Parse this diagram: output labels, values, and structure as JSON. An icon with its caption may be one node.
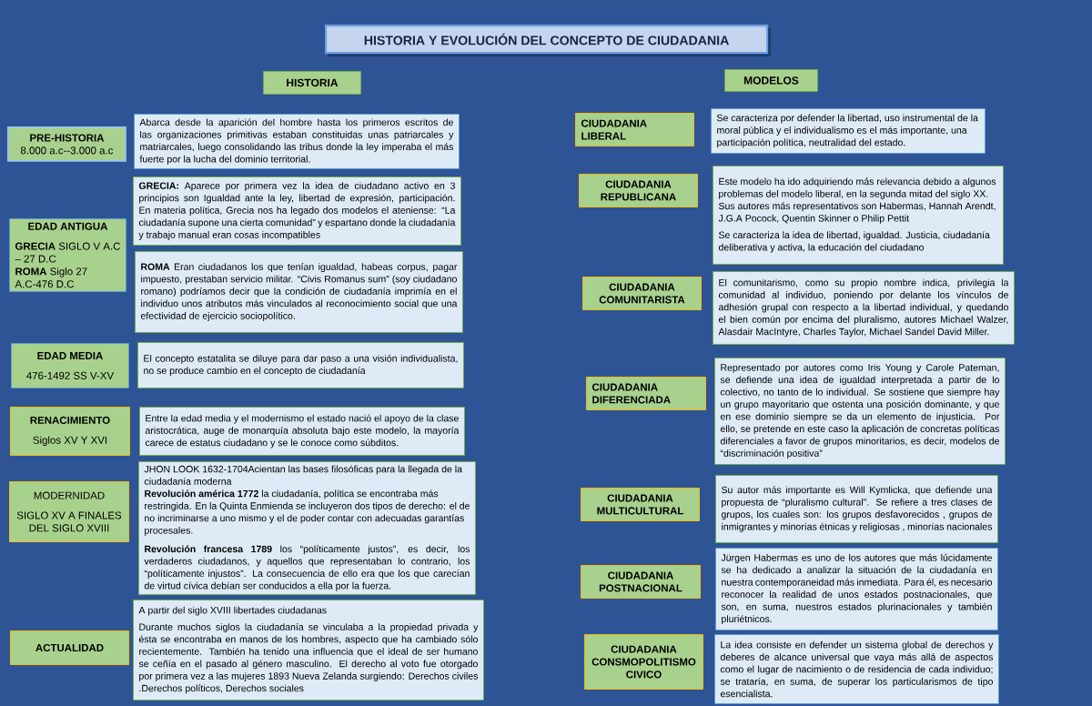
{
  "diagram": {
    "title": "HISTORIA Y EVOLUCIÓN DEL CONCEPTO DE CIUDADANIA",
    "nodes": [
      {
        "text": [
          "HISTORIA"
        ]
      },
      {
        "text": [
          "PRE-HISTORIA",
          "8.000 a.c--3.000 a.c"
        ]
      },
      {
        "text": [
          "Abarca desde la aparición del hombre hasta los primeros escritos de las organizaciones primitivas estaban constituidas unas patriarcales y matriarcales, luego consolidando las tribus donde la ley imperaba el más fuerte por la lucha del dominio territorial."
        ]
      },
      {
        "text": [
          "EDAD ANTIGUA",
          "**GRECIA** SIGLO V A.C – 27 D.C",
          "**ROMA** Siglo 27 A.C-476 D.C"
        ]
      },
      {
        "text": [
          "**GRECIA:** Aparece por primera vez la idea de ciudadano activo en 3 principios son Igualdad ante la ley, libertad de expresión, participación. En materia política, Grecia nos ha legado dos modelos el ateniense: “La ciudadanía supone una cierta comunidad” y espartano donde la ciudadanía y trabajo manual eran cosas incompatibles"
        ]
      },
      {
        "text": [
          "**ROMA** Eran ciudadanos los que tenían igualdad, habeas corpus, pagar impuesto, prestaban servicio militar. “Civis Romanus sum” (soy ciudadano romano) podríamos decir que la condición de ciudadanía imprimía en el individuo unos atributos más vinculados al reconocimiento social que una efectividad de ejercicio sociopolítico."
        ]
      },
      {
        "text": [
          "EDAD MEDIA",
          "476-1492 SS V-XV"
        ]
      },
      {
        "text": [
          "El concepto estatalita se diluye para dar paso a una visión individualista, no se produce cambio en el concepto de ciudadanía"
        ]
      },
      {
        "text": [
          "RENACIMIENTO",
          "Siglos XV Y XVI"
        ]
      },
      {
        "text": [
          "Entre la edad media y el modernismo el estado nació el apoyo de la clase aristocrática, auge de monarquía absoluta bajo este modelo, la mayoría carece de estatus ciudadano y se le conoce como súbditos."
        ]
      },
      {
        "text": [
          "MODERNIDAD",
          "SIGLO XV A FINALES DEL SIGLO XVIII"
        ]
      },
      {
        "text": [
          "JHON LOOK 1632-1704Acientan las bases filosóficas para la llegada de la ciudadanía moderna",
          "**Revolución américa 1772** la ciudadanía, política se encontraba más restringida. En la Quinta Enmienda se incluyeron dos tipos de derecho: el de no incriminarse a uno mismo y el de poder contar con adecuadas garantías procesales.",
          "**Revolución francesa 1789** los “políticamente justos”, es decir, los verdaderos ciudadanos, y aquellos que representaban lo contrario, los “políticamente injustos”. La consecuencia de ello era que los que carecían de virtud cívica debían ser conducidos a ella por la fuerza."
        ]
      },
      {
        "text": [
          "ACTUALIDAD"
        ]
      },
      {
        "text": [
          "A partir del siglo XVIII libertades ciudadanas",
          "Durante muchos siglos la ciudadanía se vinculaba a la propiedad privada y ésta se encontraba en manos de los hombres, aspecto que ha cambiado sólo recientemente. También ha tenido una influencia que el ideal de ser humano se ceñía en el pasado al género masculino. El derecho al voto fue otorgado por primera vez a las mujeres 1893 Nueva Zelanda surgiendo: Derechos civiles .Derechos políticos, Derechos sociales"
        ]
      },
      {
        "text": [
          "MODELOS"
        ]
      },
      {
        "text": [
          "CIUDADANIA LIBERAL"
        ]
      },
      {
        "text": [
          "Se caracteriza por defender la libertad, uso instrumental de la moral pública y el individualismo es el más importante, una participación política, neutralidad del estado."
        ]
      },
      {
        "text": [
          "CIUDADANIA REPUBLICANA"
        ]
      },
      {
        "text": [
          "Este modelo ha ido adquiriendo más relevancia debido a algunos problemas del modelo liberal, en la segunda mitad del siglo XX. Sus autores más representativos son Habermas, Hannah Arendt, J.G.A Pocock, Quentin Skinner o Philip Pettit",
          "Se caracteriza la idea de libertad, igualdad. Justicia, ciudadanía deliberativa y activa, la educación del ciudadano"
        ]
      },
      {
        "text": [
          "CIUDADANIA COMUNITARISTA"
        ]
      },
      {
        "text": [
          "El comunitarismo, como su propio nombre indica, privilegia la comunidad al individuo, poniendo por delante los vínculos de adhesión grupal con respecto a la libertad individual, y quedando el bien común por encima del pluralismo, autores Michael Walzer, Alasdair MacIntyre, Charles Taylor, Michael Sandel David Miller."
        ]
      },
      {
        "text": [
          "CIUDADANIA DIFERENCIADA"
        ]
      },
      {
        "text": [
          "Representado por autores como Iris Young y Carole Pateman, se defiende una idea de igualdad interpretada a partir de lo colectivo, no tanto de lo individual. Se sostiene que siempre hay un grupo mayoritario que ostenta una posición dominante, y que en ese dominio siempre se da un elemento de injusticia. Por ello, se pretende en este caso la aplicación de concretas políticas diferenciales a favor de grupos minoritarios, es decir, modelos de “discriminación positiva”"
        ]
      },
      {
        "text": [
          "CIUDADANIA MULTICULTURAL"
        ]
      },
      {
        "text": [
          "Su autor más importante es Will Kymlicka, que defiende una propuesta de “pluralismo cultural”. Se refiere a tres clases de grupos, los cuales son: los grupos desfavorecidos , grupos de inmigrantes y minorías étnicas y religiosas , minorías nacionales"
        ]
      },
      {
        "text": [
          "CIUDADANIA POSTNACIONAL"
        ]
      },
      {
        "text": [
          "Jürgen Habermas es uno de los autores que más lúcidamente se ha dedicado a analizar la situación de la ciudadanía en nuestra contemporaneidad más inmediata. Para él, es necesario reconocer la realidad de unos estados postnacionales, que son, en suma, nuestros estados plurinacionales y también pluriétnicos."
        ]
      },
      {
        "text": [
          "CIUDADANIA CONSMOPOLITISMO CIVICO"
        ]
      },
      {
        "text": [
          "La idea consiste en defender un sistema global de derechos y deberes de alcance universal que vaya más allá de aspectos como el lugar de nacimiento o de residencia de cada individuo; se trataría, en suma, de superar los particularismos de tipo esencialista."
        ]
      }
    ]
  }
}
